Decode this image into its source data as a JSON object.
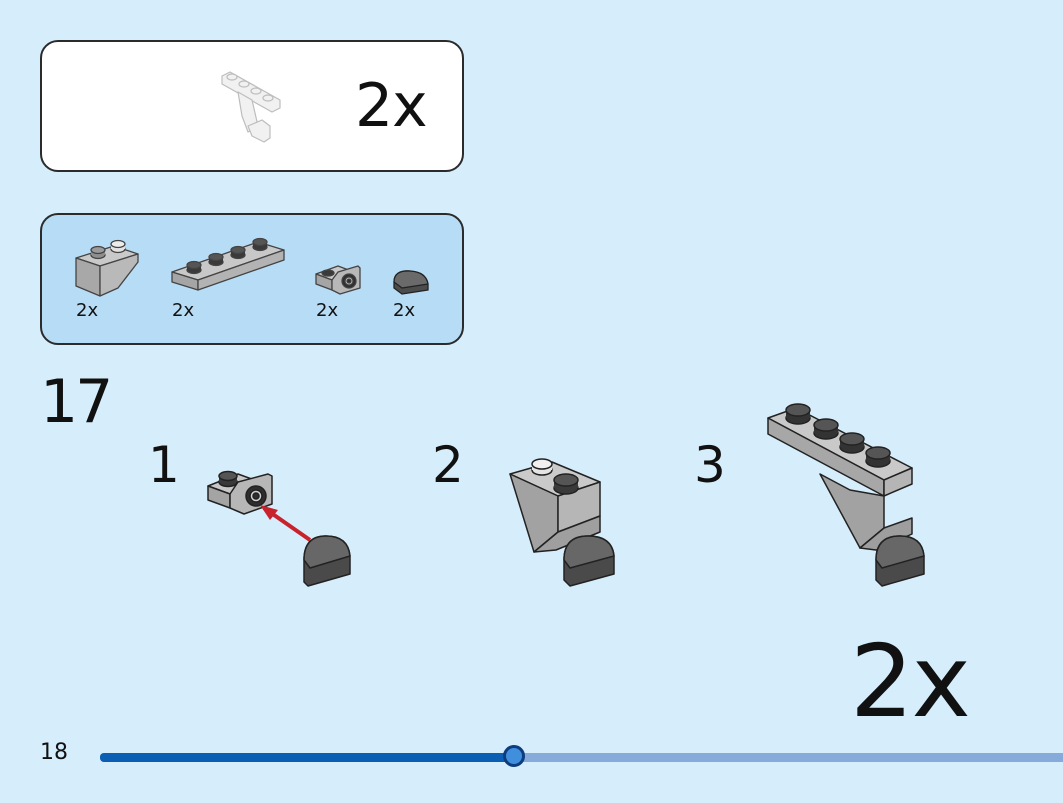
{
  "result_box": {
    "quantity": "2x"
  },
  "parts_box": {
    "parts": [
      {
        "icon": "inverted-slope-brick-icon",
        "quantity": "2x"
      },
      {
        "icon": "plate-1x4-icon",
        "quantity": "2x"
      },
      {
        "icon": "bracket-plate-icon",
        "quantity": "2x"
      },
      {
        "icon": "round-tile-icon",
        "quantity": "2x"
      }
    ]
  },
  "step": {
    "number": "17",
    "sub_steps": [
      "1",
      "2",
      "3"
    ],
    "quantity": "2x"
  },
  "footer": {
    "page_number": "18",
    "progress": 0.43
  },
  "colors": {
    "background": "#d6eefb",
    "parts_box": "#b7dcf6",
    "light_gray": "#b5b5b5",
    "dark_gray": "#5e5e5e",
    "arrow_red": "#c8232c",
    "progress_fill": "#0a5fb4",
    "progress_track": "#86aad9"
  }
}
